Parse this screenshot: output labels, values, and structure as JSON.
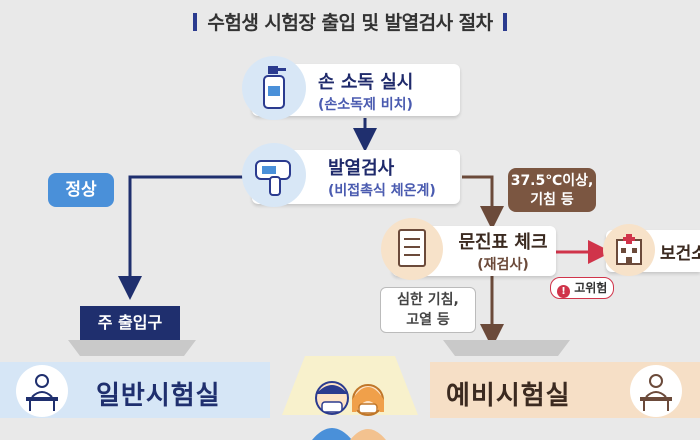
{
  "title": "수험생 시험장 출입 및 발열검사 절차",
  "step1": {
    "main": "손 소독 실시",
    "sub": "(손소독제 비치)"
  },
  "step2": {
    "main": "발열검사",
    "sub": "(비접촉식 체온계)"
  },
  "normal_bubble": "정상",
  "fever_bubble": [
    "37.5℃이상,",
    "기침 등"
  ],
  "step3": {
    "main": "문진표 체크",
    "sub": "(재검사)"
  },
  "health_center": "보건소",
  "high_risk": "고위험",
  "severe_bubble": [
    "심한 기침,",
    "고열 등"
  ],
  "main_entrance": "주 출입구",
  "room_general": "일반시험실",
  "room_reserve": "예비시험실",
  "colors": {
    "navy": "#1f2f6e",
    "brown": "#6b4a3a",
    "red": "#d0344a",
    "blue": "#4a90d9"
  }
}
